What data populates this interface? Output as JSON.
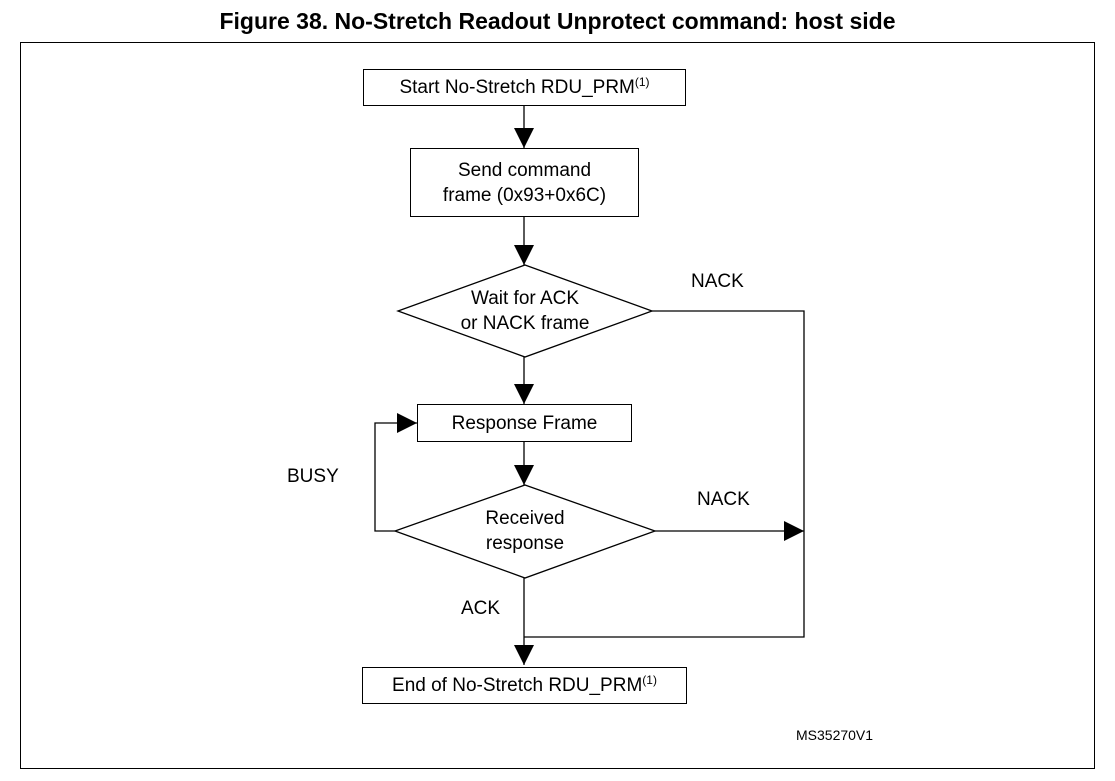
{
  "figure": {
    "title": "Figure 38. No-Stretch Readout Unprotect command: host side",
    "code": "MS35270V1"
  },
  "nodes": {
    "start": {
      "text": "Start No-Stretch RDU_PRM",
      "sup": "(1)"
    },
    "send_command": {
      "line1": "Send command",
      "line2": "frame (0x93+0x6C)"
    },
    "wait_ack": {
      "line1": "Wait for ACK",
      "line2": "or NACK frame"
    },
    "response_frame": {
      "text": "Response Frame"
    },
    "received_response": {
      "line1": "Received",
      "line2": "response"
    },
    "end": {
      "text": "End of No-Stretch RDU_PRM",
      "sup": "(1)"
    }
  },
  "edge_labels": {
    "nack_wait": "NACK",
    "nack_received": "NACK",
    "busy": "BUSY",
    "ack": "ACK"
  }
}
